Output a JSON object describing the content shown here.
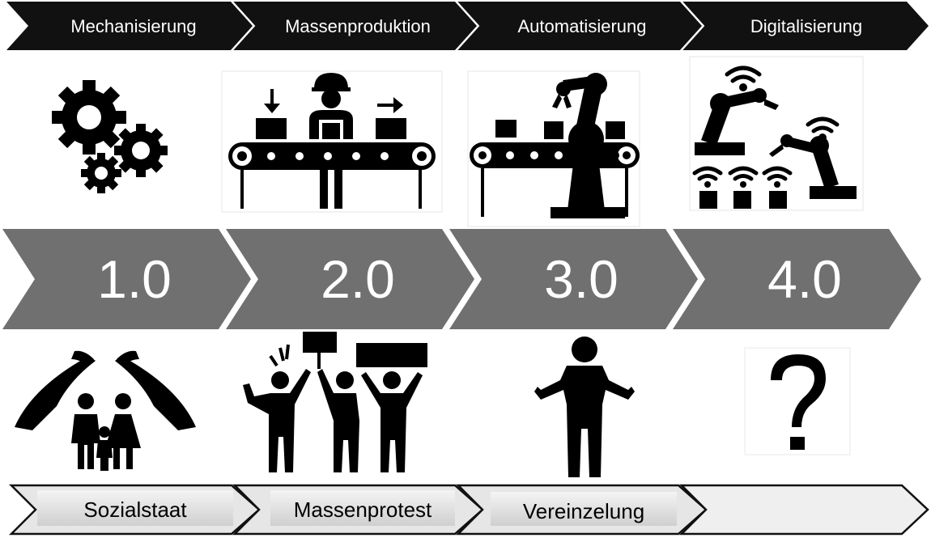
{
  "colors": {
    "top_band": "#111111",
    "top_text": "#ffffff",
    "mid_band": "#707070",
    "mid_text": "#ffffff",
    "bottom_band_fill": "#e6e6e6",
    "bottom_band_stroke": "#111111",
    "icon": "#000000"
  },
  "phases": [
    {
      "title": "Mechanisierung",
      "number": "1.0",
      "icon": "gears-icon",
      "society_icon": "family-protection-icon",
      "society_label": "Sozialstaat"
    },
    {
      "title": "Massenproduktion",
      "number": "2.0",
      "icon": "assembly-line-worker-icon",
      "society_icon": "protest-crowd-icon",
      "society_label": "Massenprotest"
    },
    {
      "title": "Automatisierung",
      "number": "3.0",
      "icon": "robot-arm-conveyor-icon",
      "society_icon": "shrugging-person-icon",
      "society_label": "Vereinzelung"
    },
    {
      "title": "Digitalisierung",
      "number": "4.0",
      "icon": "connected-robots-icon",
      "society_icon": "question-mark-icon",
      "society_label": ""
    }
  ]
}
